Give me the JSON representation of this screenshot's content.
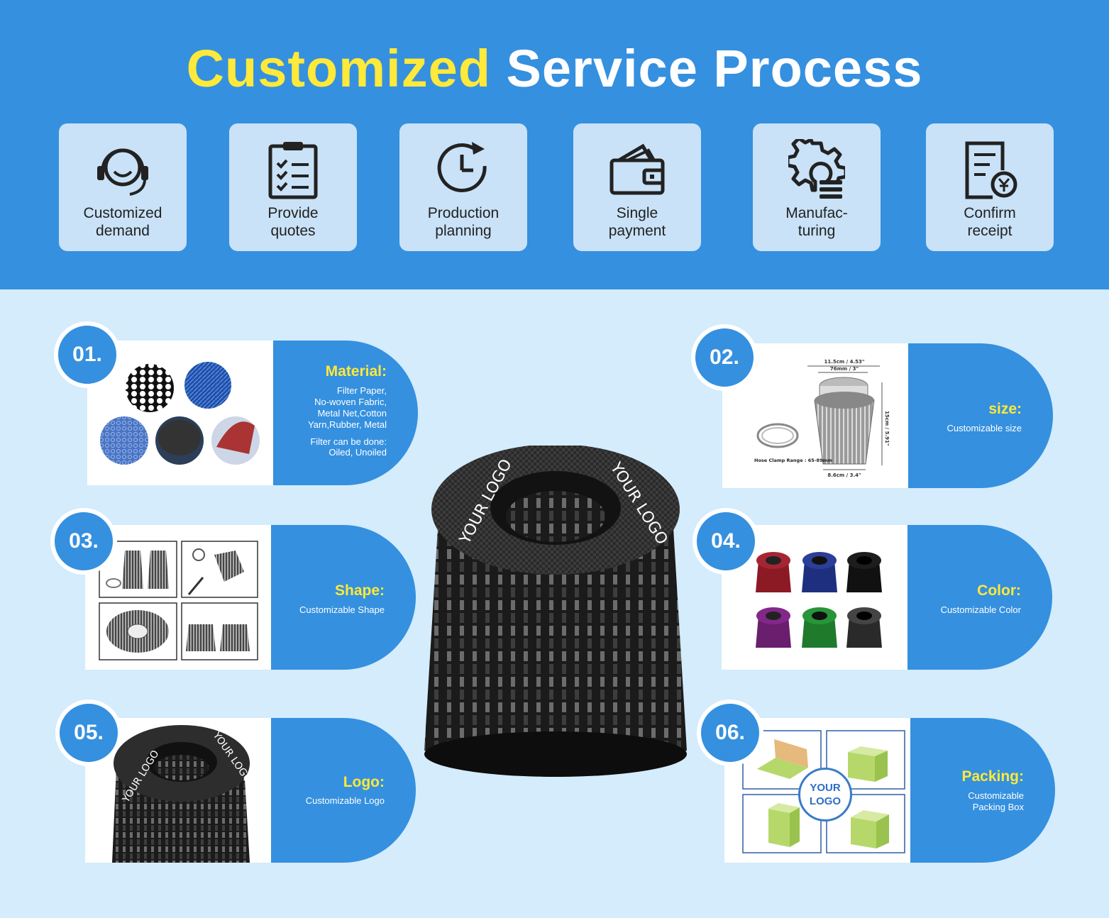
{
  "header": {
    "title_highlight": "Customized",
    "title_rest": "Service Process"
  },
  "steps": [
    {
      "label": "Customized\ndemand",
      "icon": "headset-icon"
    },
    {
      "label": "Provide\nquotes",
      "icon": "clipboard-checklist-icon"
    },
    {
      "label": "Production\nplanning",
      "icon": "clock-cycle-icon"
    },
    {
      "label": "Single\npayment",
      "icon": "wallet-icon"
    },
    {
      "label": "Manufac-\nturing",
      "icon": "gear-icon"
    },
    {
      "label": "Confirm\nreceipt",
      "icon": "receipt-yen-icon"
    }
  ],
  "cards": {
    "c1": {
      "num": "01.",
      "title": "Material:",
      "body": "Filter Paper,\nNo-woven Fabric,\nMetal Net,Cotton\nYarn,Rubber, Metal",
      "body2": "Filter can be done:\nOiled, Unoiled"
    },
    "c2": {
      "num": "02.",
      "title": "size:",
      "body": "Customizable size",
      "dims": {
        "top": "11.5cm / 4.53\"",
        "inner": "76mm / 3\"",
        "height": "15cm / 5.91\"",
        "bottom": "8.6cm / 3.4\"",
        "clamp": "Hose Clamp Range : 65-89mm"
      }
    },
    "c3": {
      "num": "03.",
      "title": "Shape:",
      "body": "Customizable Shape"
    },
    "c4": {
      "num": "04.",
      "title": "Color:",
      "body": "Customizable  Color"
    },
    "c5": {
      "num": "05.",
      "title": "Logo:",
      "body": "Customizable Logo",
      "ring_text": "YOUR LOGO"
    },
    "c6": {
      "num": "06.",
      "title": "Packing:",
      "body": "Customizable\nPacking Box",
      "badge_line1": "YOUR",
      "badge_line2": "LOGO"
    }
  },
  "center_product": {
    "ring_text": "YOUR LOGO"
  },
  "colors": {
    "brand_blue": "#3590df",
    "accent_yellow": "#ffe93a",
    "light_bg": "#d4ecfb",
    "step_bg": "#c9e2f7",
    "swatches": [
      "#8b1a24",
      "#1d2f7e",
      "#111111",
      "#6a1e6e",
      "#1f7a2c",
      "#2a2a2a"
    ]
  }
}
